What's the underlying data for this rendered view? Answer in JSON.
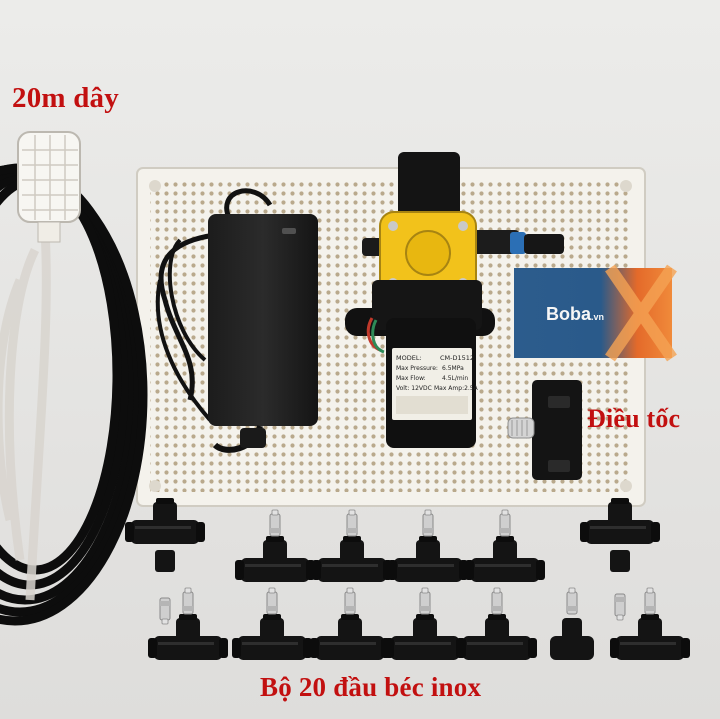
{
  "labels": {
    "hose": "20m dây",
    "speed_controller": "Điều tốc",
    "nozzles": "Bộ 20 đầu béc inox"
  },
  "pump_label": {
    "model_key": "MODEL:",
    "model_val": "CM-D1512",
    "pressure_key": "Max Pressure:",
    "pressure_val": "6.5MPa",
    "flow_key": "Max Flow:",
    "flow_val": "4.5L/min",
    "volt_key": "Volt: 12VDC",
    "amp_val": "Max Amp:2.5A"
  },
  "card": {
    "brand": "Boba",
    "suffix": ".vn"
  },
  "colors": {
    "label_red": "#c21010",
    "pump_yellow": "#f2c21b",
    "card_blue": "#2f5f8f",
    "card_orange": "#e46a2a"
  }
}
